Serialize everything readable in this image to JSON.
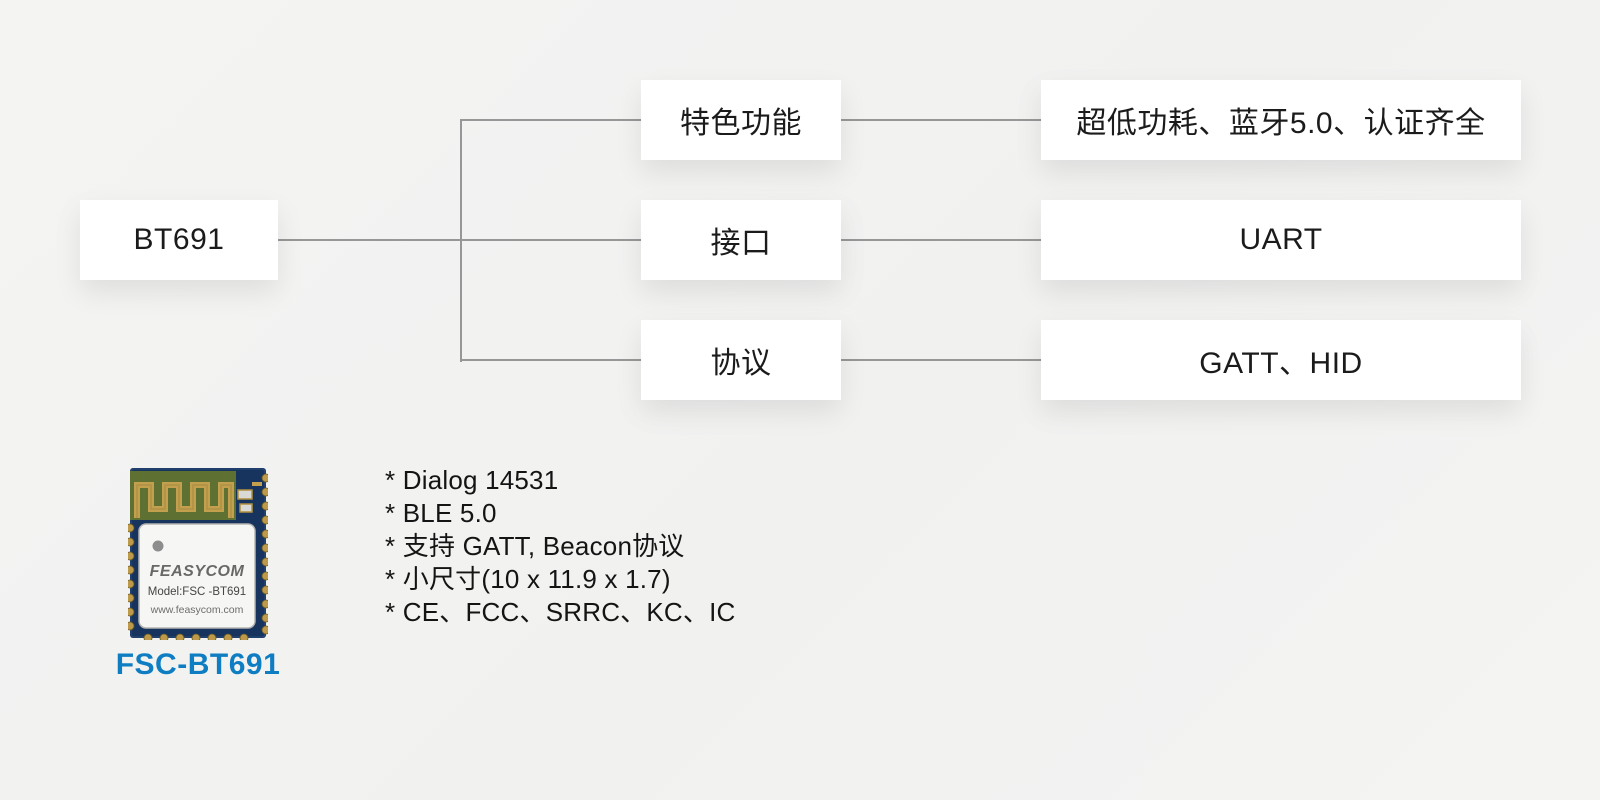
{
  "diagram": {
    "root_label": "BT691",
    "branches": [
      {
        "label": "特色功能",
        "value": "超低功耗、蓝牙5.0、认证齐全"
      },
      {
        "label": "接口",
        "value": "UART"
      },
      {
        "label": "协议",
        "value": "GATT、HID"
      }
    ]
  },
  "product": {
    "name": "FSC-BT691",
    "module_markings": {
      "brand": "FEASYCOM",
      "model": "Model:FSC -BT691",
      "website": "www.feasycom.com"
    },
    "features": [
      "* Dialog 14531",
      "* BLE 5.0",
      "* 支持 GATT, Beacon协议",
      "* 小尺寸(10 x 11.9 x 1.7)",
      "* CE、FCC、SRRC、KC、IC"
    ]
  },
  "colors": {
    "background": "#f2f2f1",
    "box_fill": "#ffffff",
    "connector_gray": "#979797",
    "text_dark": "#1b1b1b",
    "accent_blue": "#0f7dc2",
    "pcb_navy": "#17345f",
    "pcb_green": "#5e7133",
    "pad_gold": "#c2a04e"
  }
}
